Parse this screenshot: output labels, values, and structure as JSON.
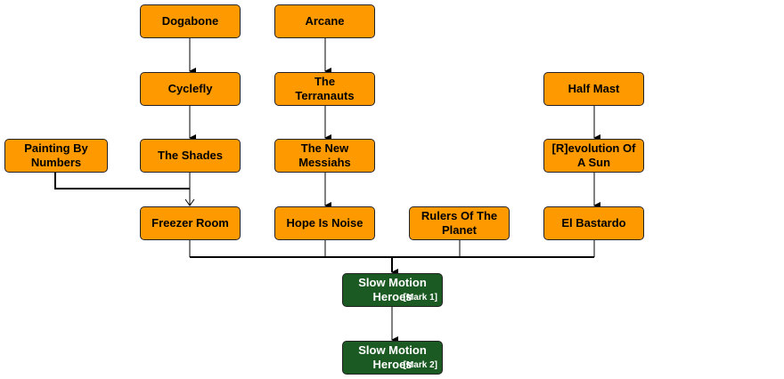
{
  "nodes": {
    "dogabone": "Dogabone",
    "arcane": "Arcane",
    "cyclefly": "Cyclefly",
    "terranauts": "The Terranauts",
    "half_mast": "Half Mast",
    "painting": "Painting By Numbers",
    "shades": "The Shades",
    "messiahs": "The New Messiahs",
    "revolution": "[R]evolution Of A Sun",
    "freezer": "Freezer Room",
    "hope": "Hope Is Noise",
    "rulers": "Rulers Of The Planet",
    "bastardo": "El Bastardo",
    "smh1_title": "Slow Motion Heroes",
    "smh1_tag": "[Mark 1]",
    "smh2_title": "Slow Motion Heroes",
    "smh2_tag": "[Mark 2]"
  },
  "colors": {
    "orange": "#ff9900",
    "green": "#1b5a22"
  }
}
